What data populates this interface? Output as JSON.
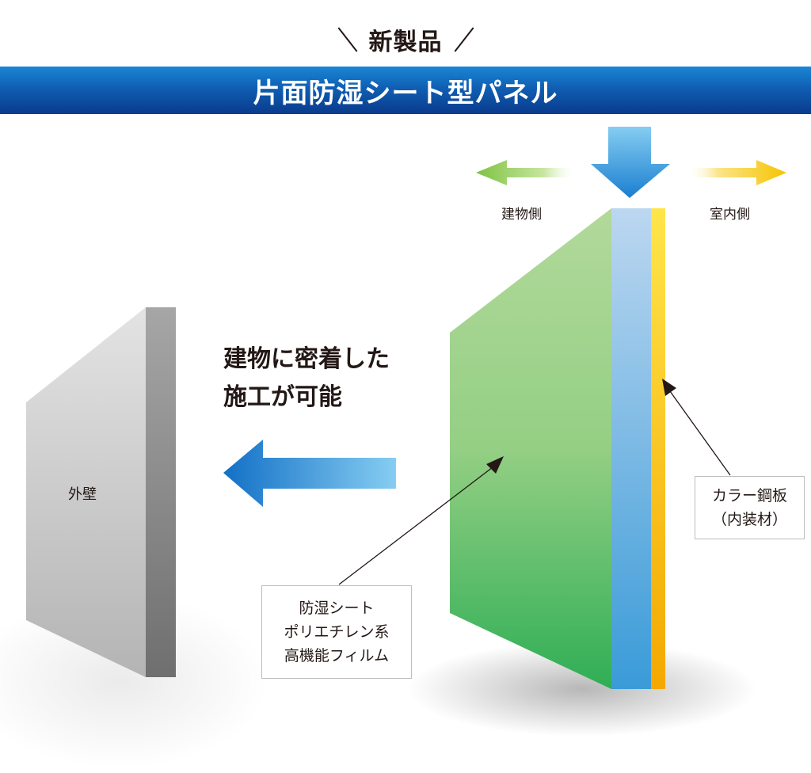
{
  "header": {
    "badge": "新製品",
    "title": "片面防湿シート型パネル"
  },
  "direction": {
    "building_side": "建物側",
    "interior_side": "室内側"
  },
  "callout_main": {
    "line1": "建物に密着した",
    "line2": "施工が可能"
  },
  "outer_wall": {
    "label": "外壁"
  },
  "labels": {
    "color_steel": {
      "line1": "カラー鋼板",
      "line2": "（内装材）"
    },
    "film": {
      "line1": "防湿シート",
      "line2": "ポリエチレン系",
      "line3": "高機能フィルム"
    }
  },
  "colors": {
    "title_bar": "#0f5fb3",
    "panel_green": "#7fc86f",
    "sheet_blue": "#8fc0e8",
    "steel_yellow": "#f5c400",
    "arrow_blue": "#3a9be0",
    "arrow_green": "#7dc242",
    "arrow_yellow": "#f5c400",
    "wall_gray": "#9a9a9a"
  }
}
